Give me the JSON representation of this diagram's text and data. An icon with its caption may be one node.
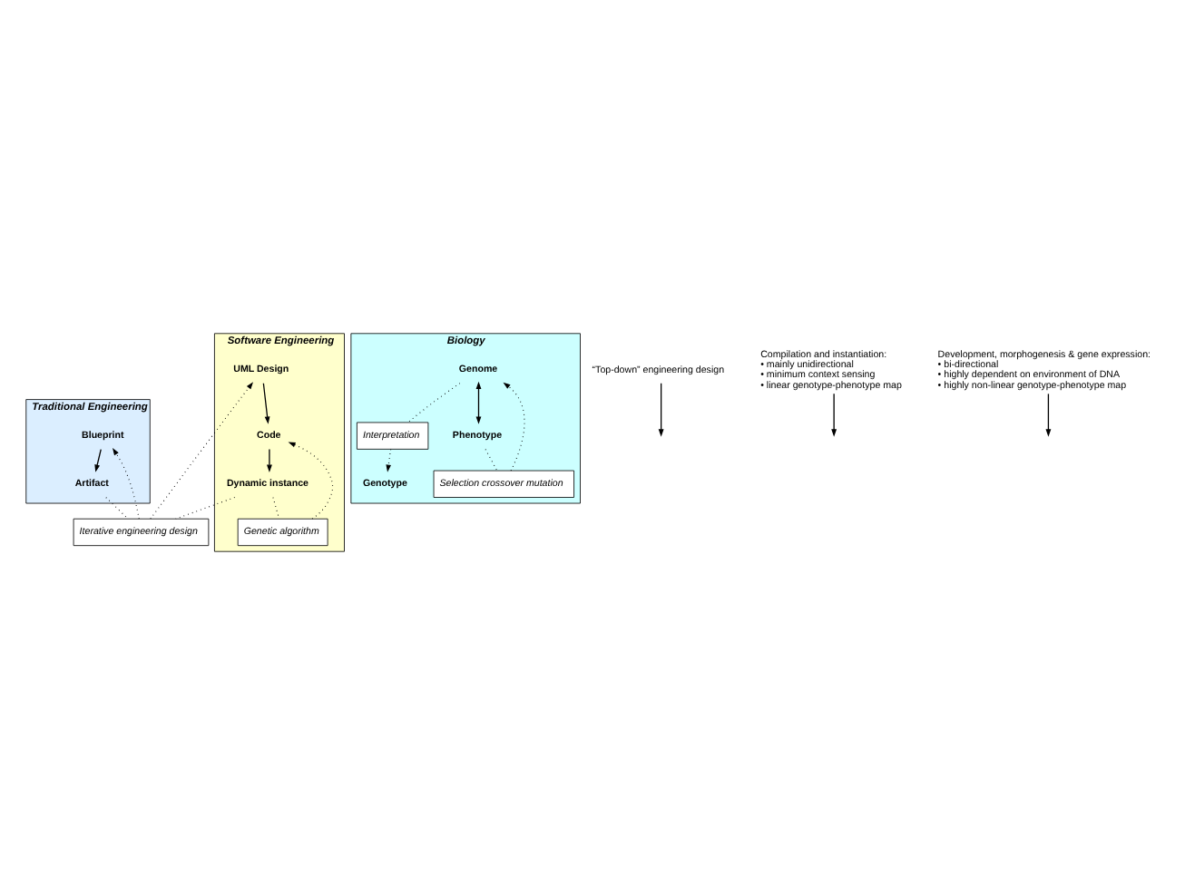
{
  "diagram": {
    "nodes": [
      {
        "text": [
          "Traditional Engineering"
        ]
      },
      {
        "text": [
          "Software Engineering"
        ]
      },
      {
        "text": [
          "Biology"
        ]
      },
      {
        "text": [
          "Blueprint"
        ],
        "in": 0
      },
      {
        "text": [
          "Artifact"
        ],
        "in": 0
      },
      {
        "text": [
          "Iterative engineering design"
        ]
      },
      {
        "text": [
          "UML Design"
        ],
        "in": 1
      },
      {
        "text": [
          "Code"
        ],
        "in": 1
      },
      {
        "text": [
          "Dynamic instance"
        ],
        "in": 1
      },
      {
        "text": [
          "Genetic algorithm"
        ],
        "in": 1
      },
      {
        "text": [
          "Genotype"
        ],
        "in": 2
      },
      {
        "text": [
          "Interpretation"
        ],
        "in": 2
      },
      {
        "text": [
          "Genome"
        ],
        "in": 2
      },
      {
        "text": [
          "Phenotype"
        ],
        "in": 2
      },
      {
        "text": [
          "Selection crossover mutation"
        ],
        "in": 2
      },
      {
        "text": [
          "“Top-down” engineering design"
        ]
      },
      {
        "text": [
          "Compilation and instantiation:",
          "• mainly unidirectional",
          "• minimum context sensing",
          "• linear genotype-phenotype map"
        ]
      },
      {
        "text": [
          "Development, morphogenesis & gene expression:",
          "• bi-directional",
          "• highly dependent on environment of DNA",
          "• highly non-linear genotype-phenotype map"
        ]
      }
    ],
    "edges": [
      {
        "from": 3,
        "to": 4,
        "arrow": "to"
      },
      {
        "from": 4,
        "to": 5,
        "arrow": "none",
        "style": "dashed"
      },
      {
        "from": 5,
        "to": 3,
        "arrow": "to",
        "style": "dashed"
      },
      {
        "from": 8,
        "to": 5,
        "arrow": "none",
        "style": "dashed"
      },
      {
        "from": 5,
        "to": 6,
        "arrow": "to",
        "style": "dashed"
      },
      {
        "from": 6,
        "to": 7,
        "arrow": "to"
      },
      {
        "from": 7,
        "to": 8,
        "arrow": "to"
      },
      {
        "from": 8,
        "to": 9,
        "arrow": "none",
        "style": "dashed"
      },
      {
        "from": 9,
        "to": 7,
        "arrow": "to",
        "style": "dashed"
      },
      {
        "from": 12,
        "to": 11,
        "arrow": "none",
        "style": "dashed"
      },
      {
        "from": 11,
        "to": 10,
        "arrow": "to",
        "style": "dashed"
      },
      {
        "from": 12,
        "to": 13,
        "arrow": "both"
      },
      {
        "from": 13,
        "to": 14,
        "arrow": "none",
        "style": "dashed"
      },
      {
        "from": 14,
        "to": 12,
        "arrow": "to",
        "style": "dashed"
      },
      {
        "from": 15,
        "to": null,
        "arrow": "to"
      },
      {
        "from": 16,
        "to": null,
        "arrow": "to"
      },
      {
        "from": 17,
        "to": null,
        "arrow": "to"
      }
    ]
  }
}
